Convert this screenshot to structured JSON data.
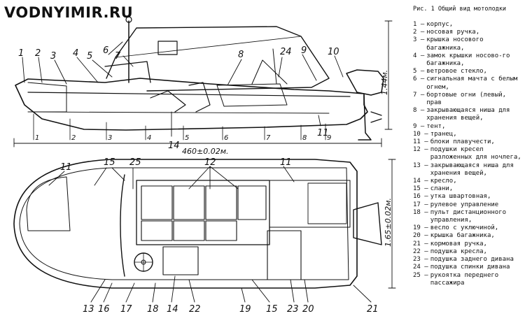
{
  "watermark": "VODNYIMIR.RU",
  "caption": "Рис. 1 Общий вид мотолодки",
  "dimensions": {
    "length": "460±0.02м.",
    "height": "1.44м.",
    "width": "1.65±0.02м."
  },
  "section_marks": [
    "1",
    "2",
    "3",
    "4",
    "5",
    "6",
    "7",
    "8",
    "9"
  ],
  "legend": [
    {
      "num": "1 –",
      "text": "корпус,"
    },
    {
      "num": "2 –",
      "text": "носовая ручка,"
    },
    {
      "num": "3 –",
      "text": "крышка носового багажника,"
    },
    {
      "num": "4 –",
      "text": "замок крышки носово-го багажника,"
    },
    {
      "num": "5 –",
      "text": "ветровое стекло,"
    },
    {
      "num": "6 –",
      "text": "сигнальная мачта с белым огнем,"
    },
    {
      "num": "7 –",
      "text": "бортовые огни (левый, прав"
    },
    {
      "num": "8 –",
      "text": "закрывающаяся ниша для хранения вещей,"
    },
    {
      "num": "9 –",
      "text": "тент,"
    },
    {
      "num": "10 –",
      "text": "транец,"
    },
    {
      "num": "11 –",
      "text": "блоки плавучести,"
    },
    {
      "num": "12 –",
      "text": "подушки кресел разложенных для ночлега,"
    },
    {
      "num": "13 –",
      "text": "закрывающаяся ниша для хранения вещей,"
    },
    {
      "num": "14 –",
      "text": "кресло,"
    },
    {
      "num": "15 –",
      "text": "слани,"
    },
    {
      "num": "16 –",
      "text": "утка швартовная,"
    },
    {
      "num": "17 –",
      "text": "рулевое управление"
    },
    {
      "num": "18 –",
      "text": "пульт дистанционного управления,"
    },
    {
      "num": "19 –",
      "text": "весло с уключиной,"
    },
    {
      "num": "20 –",
      "text": "крышка багажника,"
    },
    {
      "num": "21 –",
      "text": "кормовая ручка,"
    },
    {
      "num": "22 –",
      "text": "подушка кресла,"
    },
    {
      "num": "23 –",
      "text": "подушка заднего дивана"
    },
    {
      "num": "24 –",
      "text": "подушка спинки дивана"
    },
    {
      "num": "25 –",
      "text": "рукоятка переднего пассажира"
    }
  ]
}
